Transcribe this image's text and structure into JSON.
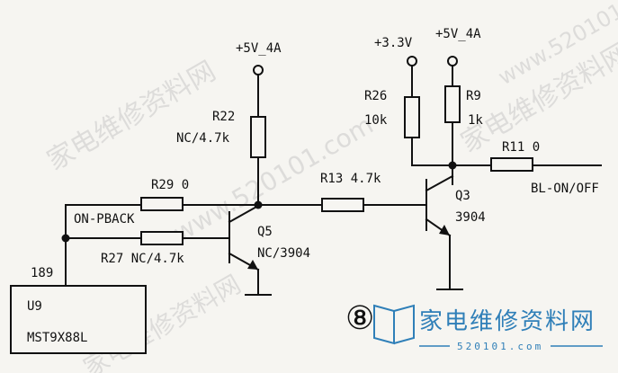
{
  "labels": {
    "vcc_q5": "+5V_4A",
    "vcc_33": "+3.3V",
    "vcc_q3": "+5V_4A",
    "r22_name": "R22",
    "r22_value": "NC/4.7k",
    "r26_name": "R26",
    "r26_value": "10k",
    "r9_name": "R9",
    "r9_value": "1k",
    "r11": "R11 0",
    "r29": "R29 0",
    "r13": "R13 4.7k",
    "r27": "R27 NC/4.7k",
    "net_on_pback": "ON-PBACK",
    "net_bl": "BL-ON/OFF",
    "q5_name": "Q5",
    "q5_part": "NC/3904",
    "q3_name": "Q3",
    "q3_part": "3904",
    "pin_189": "189",
    "u9_name": "U9",
    "u9_part": "MST9X88L",
    "figure_number": "⑧"
  },
  "watermark": {
    "brand_cn": "家电维修资料网",
    "brand_url": "520101.com",
    "diagonal_text": "家电维修资料网",
    "diagonal_url": "www.520101.com",
    "color": "#2f7fb8"
  }
}
